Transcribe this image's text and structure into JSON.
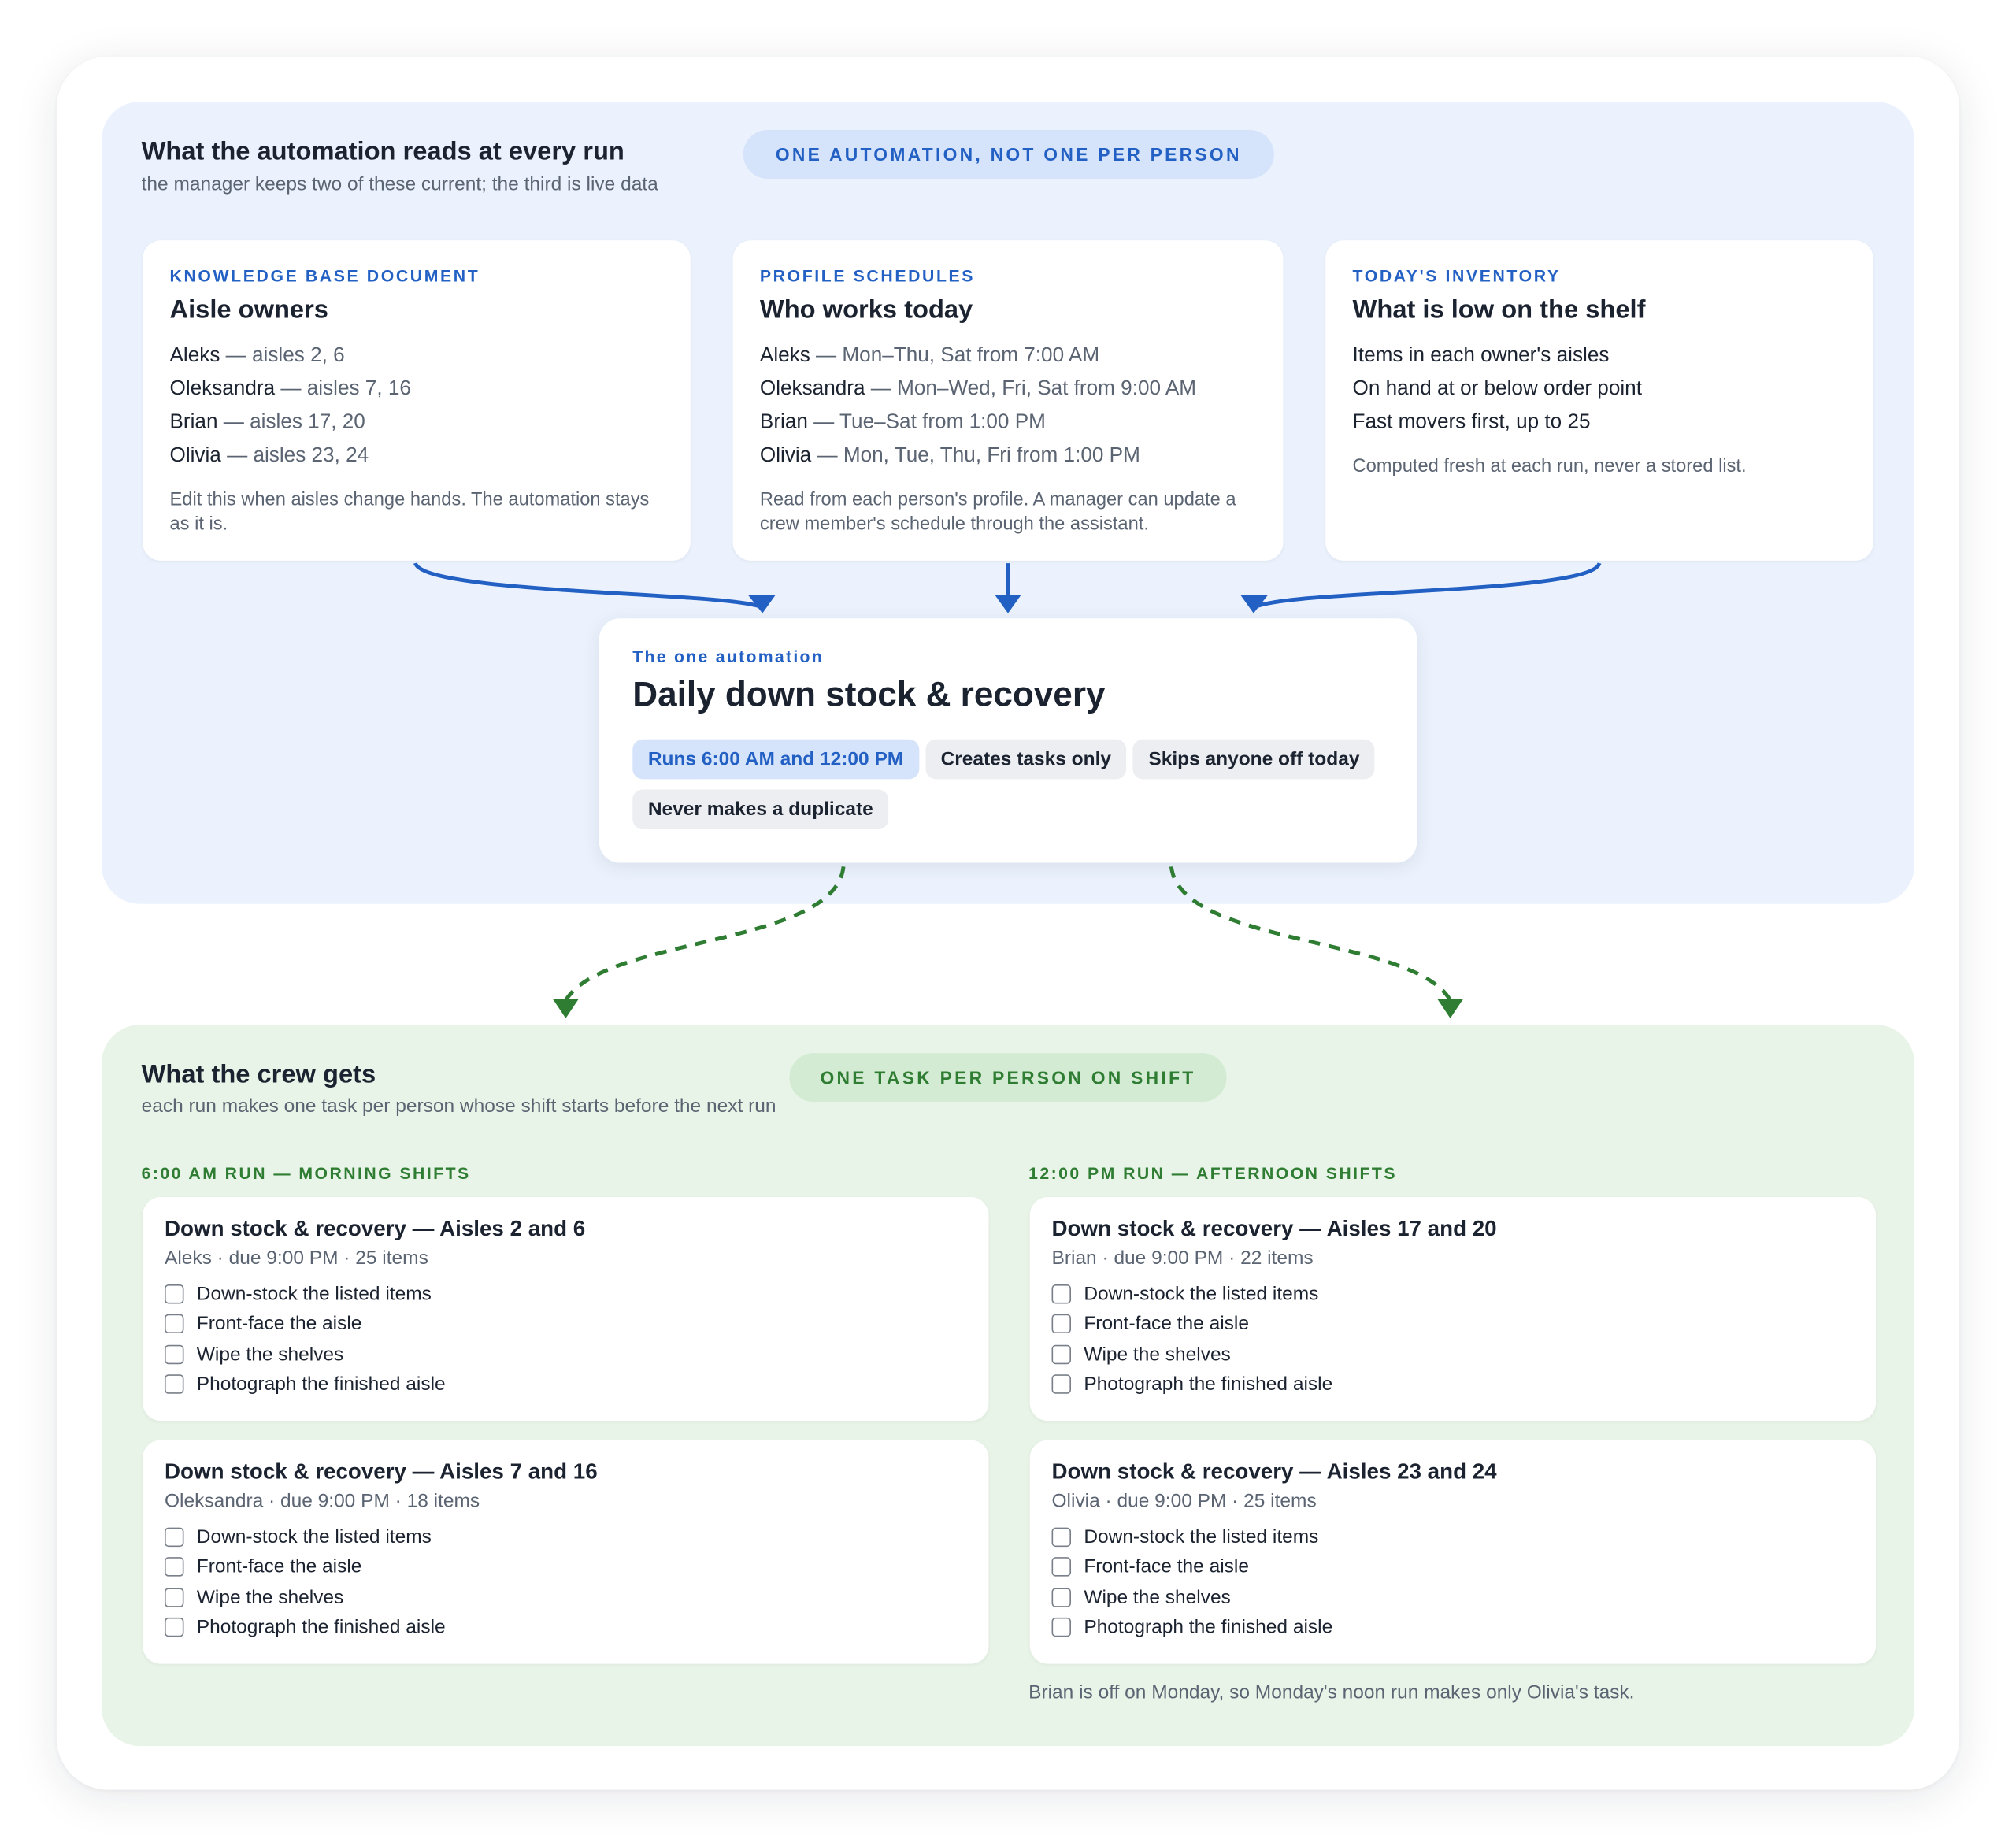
{
  "colors": {
    "blue_accent": "#2360c4",
    "green_accent": "#2e7d32",
    "blue_panel": "#ebf2fd",
    "green_panel": "#e9f4e8"
  },
  "inputs_section": {
    "title": "What the automation reads at every run",
    "subtitle": "the manager keeps two of these current; the third is live data",
    "pill": "ONE AUTOMATION, NOT ONE PER PERSON",
    "cards": [
      {
        "eyebrow": "KNOWLEDGE BASE DOCUMENT",
        "title": "Aisle owners",
        "lines": [
          {
            "name": "Aleks",
            "detail": " — aisles 2, 6"
          },
          {
            "name": "Oleksandra",
            "detail": " — aisles 7, 16"
          },
          {
            "name": "Brian",
            "detail": " — aisles 17, 20"
          },
          {
            "name": "Olivia",
            "detail": " — aisles 23, 24"
          }
        ],
        "note": "Edit this when aisles change hands. The automation stays as it is."
      },
      {
        "eyebrow": "PROFILE SCHEDULES",
        "title": "Who works today",
        "lines": [
          {
            "name": "Aleks",
            "detail": " — Mon–Thu, Sat from 7:00 AM"
          },
          {
            "name": "Oleksandra",
            "detail": " — Mon–Wed, Fri, Sat from 9:00 AM"
          },
          {
            "name": "Brian",
            "detail": " — Tue–Sat from 1:00 PM"
          },
          {
            "name": "Olivia",
            "detail": " — Mon, Tue, Thu, Fri from 1:00 PM"
          }
        ],
        "note": "Read from each person's profile. A manager can update a crew member's schedule through the assistant."
      },
      {
        "eyebrow": "TODAY'S INVENTORY",
        "title": "What is low on the shelf",
        "lines": [
          {
            "name": "Items in each owner's aisles",
            "detail": ""
          },
          {
            "name": "On hand at or below order point",
            "detail": ""
          },
          {
            "name": "Fast movers first, up to 25",
            "detail": ""
          }
        ],
        "note": "Computed fresh at each run, never a stored list."
      }
    ]
  },
  "automation": {
    "eyebrow": "The one automation",
    "title": "Daily down stock & recovery",
    "chips": [
      "Runs 6:00 AM and 12:00 PM",
      "Creates tasks only",
      "Skips anyone off today",
      "Never makes a duplicate"
    ]
  },
  "output_section": {
    "title": "What the crew gets",
    "subtitle": "each run makes one task per person whose shift starts before the next run",
    "pill": "ONE TASK PER PERSON ON SHIFT",
    "columns": [
      {
        "heading": "6:00 AM RUN — MORNING SHIFTS",
        "tasks": [
          {
            "title": "Down stock & recovery — Aisles 2 and 6",
            "meta": "Aleks · due 9:00 PM · 25 items",
            "steps": [
              "Down-stock the listed items",
              "Front-face the aisle",
              "Wipe the shelves",
              "Photograph the finished aisle"
            ]
          },
          {
            "title": "Down stock & recovery — Aisles 7 and 16",
            "meta": "Oleksandra · due 9:00 PM · 18 items",
            "steps": [
              "Down-stock the listed items",
              "Front-face the aisle",
              "Wipe the shelves",
              "Photograph the finished aisle"
            ]
          }
        ]
      },
      {
        "heading": "12:00 PM RUN — AFTERNOON SHIFTS",
        "tasks": [
          {
            "title": "Down stock & recovery — Aisles 17 and 20",
            "meta": "Brian · due 9:00 PM · 22 items",
            "steps": [
              "Down-stock the listed items",
              "Front-face the aisle",
              "Wipe the shelves",
              "Photograph the finished aisle"
            ]
          },
          {
            "title": "Down stock & recovery — Aisles 23 and 24",
            "meta": "Olivia · due 9:00 PM · 25 items",
            "steps": [
              "Down-stock the listed items",
              "Front-face the aisle",
              "Wipe the shelves",
              "Photograph the finished aisle"
            ]
          }
        ]
      }
    ],
    "footnote": "Brian is off on Monday, so Monday's noon run makes only Olivia's task."
  }
}
